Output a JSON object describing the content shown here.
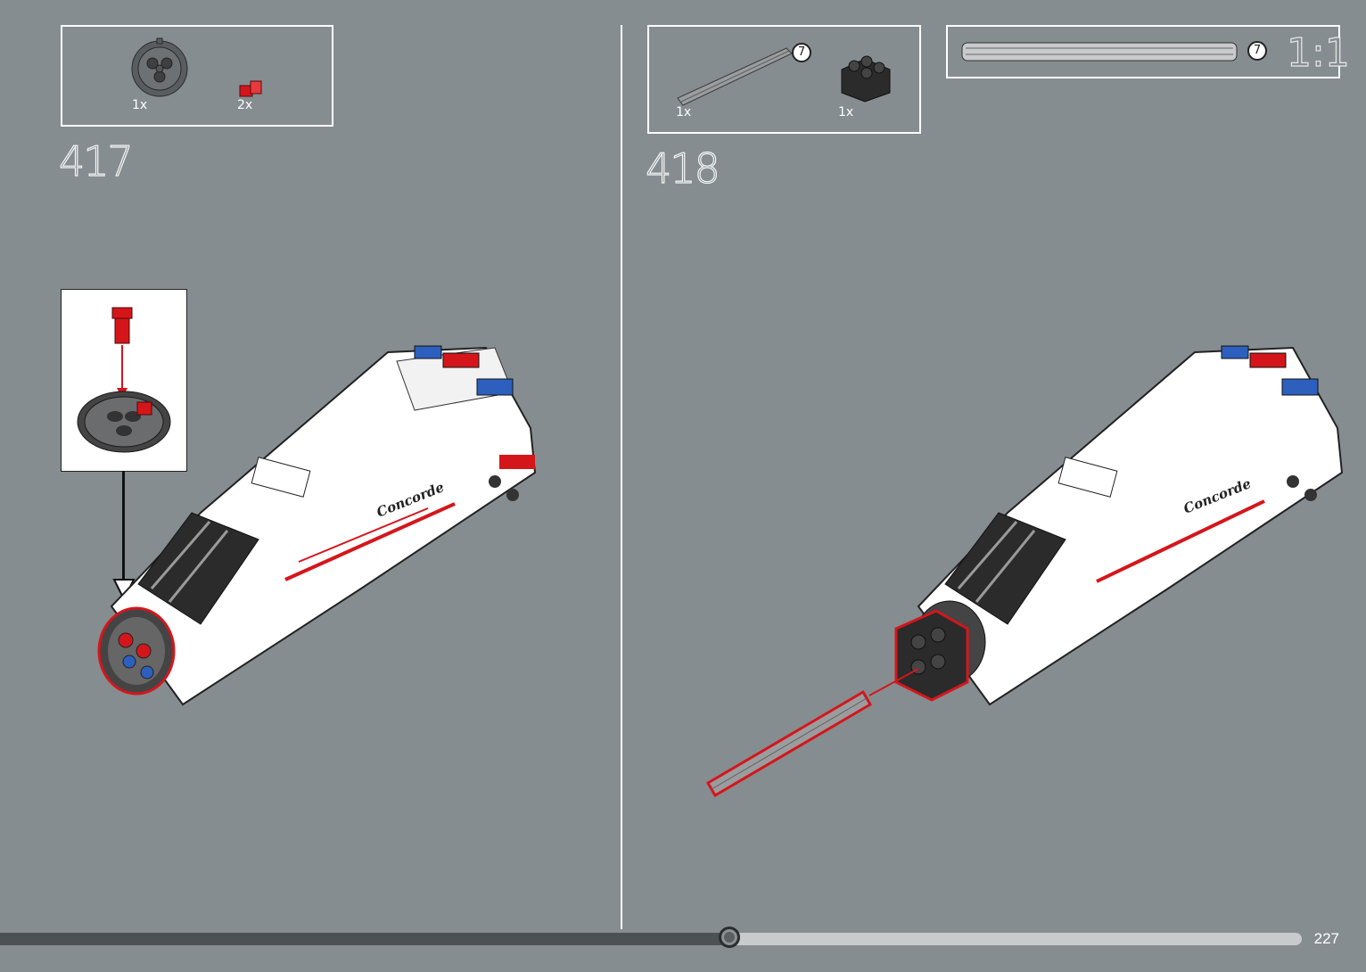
{
  "left_step": {
    "number": "417",
    "parts": [
      {
        "name": "gear-24-tooth",
        "qty": "1x"
      },
      {
        "name": "red-pin",
        "qty": "2x"
      }
    ],
    "model_label": "Concorde"
  },
  "right_step": {
    "number": "418",
    "parts": [
      {
        "name": "axle",
        "qty": "1x",
        "badge": "7"
      },
      {
        "name": "black-brick-2x2",
        "qty": "1x"
      }
    ],
    "model_label": "Concorde"
  },
  "scale_box": {
    "badge": "7",
    "scale": "1:1"
  },
  "footer": {
    "page_number": "227",
    "progress": 0.535
  },
  "colors": {
    "background": "#868d90",
    "highlight": "#d4161b",
    "progress_dark": "#4c5154",
    "progress_light": "#c8cacb"
  }
}
